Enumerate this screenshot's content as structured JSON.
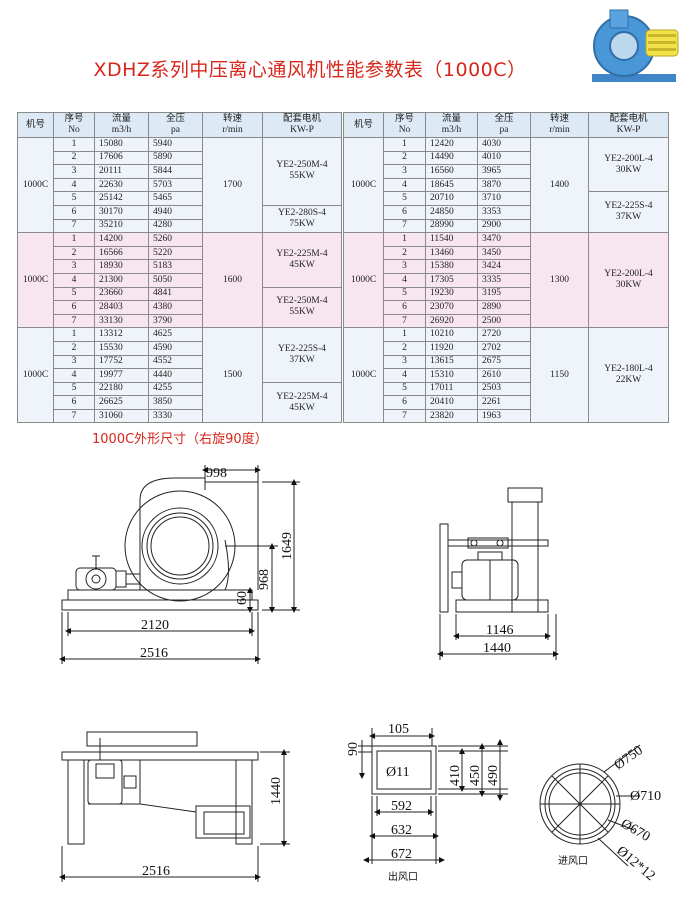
{
  "title": "XDHZ系列中压离心通风机性能参数表（1000C）",
  "section_title": "1000C外形尺寸（右旋90度）",
  "headers": {
    "model": "机号",
    "seq": "序号",
    "seq_en": "No",
    "flow": "流量",
    "flow_unit": "m3/h",
    "pressure": "全压",
    "pressure_unit": "pa",
    "speed": "转速",
    "speed_unit": "r/min",
    "motor": "配套电机",
    "motor_unit": "KW-P"
  },
  "left_table": [
    {
      "model": "1000C",
      "speed": "1700",
      "rows": [
        [
          "1",
          "15080",
          "5940"
        ],
        [
          "2",
          "17606",
          "5890"
        ],
        [
          "3",
          "20111",
          "5844"
        ],
        [
          "4",
          "22630",
          "5703"
        ],
        [
          "5",
          "25142",
          "5465"
        ],
        [
          "6",
          "30170",
          "4940"
        ],
        [
          "7",
          "35210",
          "4280"
        ]
      ],
      "motors": [
        {
          "span": 5,
          "name": "YE2-250M-4",
          "kw": "55KW"
        },
        {
          "span": 2,
          "name": "YE2-280S-4",
          "kw": "75KW"
        }
      ]
    },
    {
      "model": "1000C",
      "speed": "1600",
      "rows": [
        [
          "1",
          "14200",
          "5260"
        ],
        [
          "2",
          "16566",
          "5220"
        ],
        [
          "3",
          "18930",
          "5183"
        ],
        [
          "4",
          "21300",
          "5050"
        ],
        [
          "5",
          "23660",
          "4841"
        ],
        [
          "6",
          "28403",
          "4380"
        ],
        [
          "7",
          "33130",
          "3790"
        ]
      ],
      "motors": [
        {
          "span": 4,
          "name": "YE2-225M-4",
          "kw": "45KW"
        },
        {
          "span": 3,
          "name": "YE2-250M-4",
          "kw": "55KW"
        }
      ]
    },
    {
      "model": "1000C",
      "speed": "1500",
      "rows": [
        [
          "1",
          "13312",
          "4625"
        ],
        [
          "2",
          "15530",
          "4590"
        ],
        [
          "3",
          "17752",
          "4552"
        ],
        [
          "4",
          "19977",
          "4440"
        ],
        [
          "5",
          "22180",
          "4255"
        ],
        [
          "6",
          "26625",
          "3850"
        ],
        [
          "7",
          "31060",
          "3330"
        ]
      ],
      "motors": [
        {
          "span": 4,
          "name": "YE2-225S-4",
          "kw": "37KW"
        },
        {
          "span": 3,
          "name": "YE2-225M-4",
          "kw": "45KW"
        }
      ]
    }
  ],
  "right_table": [
    {
      "model": "1000C",
      "speed": "1400",
      "rows": [
        [
          "1",
          "12420",
          "4030"
        ],
        [
          "2",
          "14490",
          "4010"
        ],
        [
          "3",
          "16560",
          "3965"
        ],
        [
          "4",
          "18645",
          "3870"
        ],
        [
          "5",
          "20710",
          "3710"
        ],
        [
          "6",
          "24850",
          "3353"
        ],
        [
          "7",
          "28990",
          "2900"
        ]
      ],
      "motors": [
        {
          "span": 4,
          "name": "YE2-200L-4",
          "kw": "30KW"
        },
        {
          "span": 3,
          "name": "YE2-225S-4",
          "kw": "37KW"
        }
      ]
    },
    {
      "model": "1000C",
      "speed": "1300",
      "rows": [
        [
          "1",
          "11540",
          "3470"
        ],
        [
          "2",
          "13460",
          "3450"
        ],
        [
          "3",
          "15380",
          "3424"
        ],
        [
          "4",
          "17305",
          "3335"
        ],
        [
          "5",
          "19230",
          "3195"
        ],
        [
          "6",
          "23070",
          "2890"
        ],
        [
          "7",
          "26920",
          "2500"
        ]
      ],
      "motors": [
        {
          "span": 7,
          "name": "YE2-200L-4",
          "kw": "30KW"
        }
      ]
    },
    {
      "model": "1000C",
      "speed": "1150",
      "rows": [
        [
          "1",
          "10210",
          "2720"
        ],
        [
          "2",
          "11920",
          "2702"
        ],
        [
          "3",
          "13615",
          "2675"
        ],
        [
          "4",
          "15310",
          "2610"
        ],
        [
          "5",
          "17011",
          "2503"
        ],
        [
          "6",
          "20410",
          "2261"
        ],
        [
          "7",
          "23820",
          "1963"
        ]
      ],
      "motors": [
        {
          "span": 7,
          "name": "YE2-180L-4",
          "kw": "22KW"
        }
      ]
    }
  ],
  "dimensions": {
    "front": {
      "width_top": "998",
      "height": "1649",
      "center_height": "968",
      "base": "60",
      "width_mid": "2120",
      "width_total": "2516"
    },
    "side": {
      "width_mid": "1146",
      "width_total": "1440"
    },
    "bottom": {
      "height": "1440",
      "width_total": "2516"
    },
    "outlet": {
      "d105": "105",
      "d90": "90",
      "hole": "Ø11",
      "h410": "410",
      "h450": "450",
      "h490": "490",
      "w592": "592",
      "w632": "632",
      "w672": "672",
      "label": "出风口"
    },
    "inlet": {
      "d750": "Ø750",
      "d710": "Ø710",
      "d670": "Ø670",
      "holes": "Ø12*12",
      "label": "进风口"
    }
  }
}
